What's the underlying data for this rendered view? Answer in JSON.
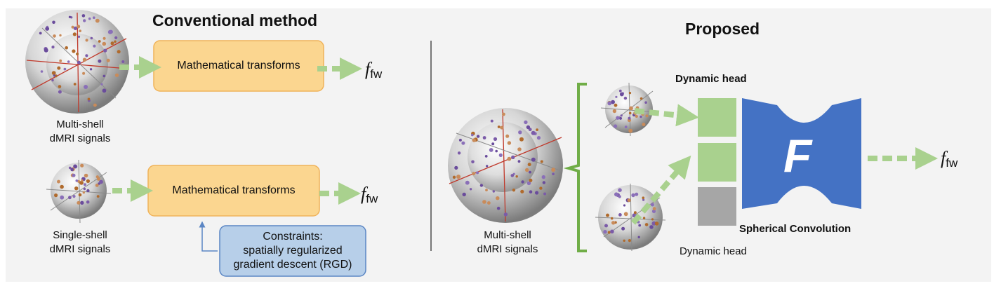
{
  "conventional": {
    "title": "Conventional method",
    "multi_caption_line1": "Multi-shell",
    "multi_caption_line2": "dMRI signals",
    "single_caption_line1": "Single-shell",
    "single_caption_line2": "dMRI signals",
    "transform_label_top": "Mathematical transforms",
    "transform_label_bottom": "Mathematical transforms",
    "constraints_line1": "Constraints:",
    "constraints_line2": "spatially regularized",
    "constraints_line3": "gradient descent (RGD)"
  },
  "proposed": {
    "title": "Proposed",
    "multi_caption_line1": "Multi-shell",
    "multi_caption_line2": "dMRI signals",
    "dynamic_head_top": "Dynamic head",
    "dynamic_head_bottom": "Dynamic head",
    "network_letter": "F",
    "network_label": "Spherical Convolution"
  },
  "output": {
    "symbol": "f",
    "subscript": "fw"
  },
  "colors": {
    "box_orange": "#fbd690",
    "box_orange_border": "#f0b35a",
    "box_blue": "#b7cfe9",
    "box_blue_border": "#5b86c4",
    "arrow_green": "#a9d18e",
    "brace_green": "#70ad47",
    "block_green": "#a9d18e",
    "block_gray": "#a6a6a6",
    "network_blue": "#4472c4"
  }
}
